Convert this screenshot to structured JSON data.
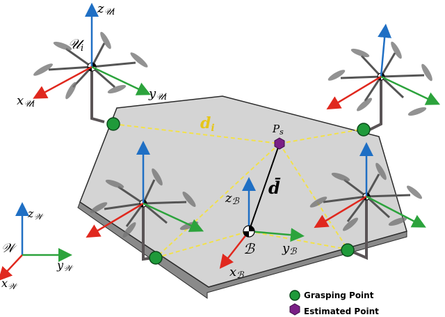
{
  "labels": {
    "z_ui": "z",
    "z_ui_sub": "𝒰i",
    "u_i": "𝒰",
    "u_i_sub": "i",
    "x_ui": "x",
    "x_ui_sub": "𝒰i",
    "y_ui": "y",
    "y_ui_sub": "𝒰i",
    "d_i": "d",
    "d_i_sub": "i",
    "p_s": "P",
    "p_s_sub": "s",
    "d_bar": "d̄",
    "z_b": "z",
    "z_b_sub": "ℬ",
    "b": "ℬ",
    "y_b": "y",
    "y_b_sub": "ℬ",
    "x_b": "x",
    "x_b_sub": "ℬ",
    "z_w": "z",
    "z_w_sub": "𝒲",
    "w": "𝒲",
    "y_w": "y",
    "y_w_sub": "𝒲",
    "x_w": "x",
    "x_w_sub": "𝒲"
  },
  "legend": {
    "grasping": "Grasping Point",
    "estimated": "Estimated Point"
  },
  "colors": {
    "plate": "#d4d4d4",
    "plate_edge": "#2a2a2a",
    "z_axis": "#1f6fc4",
    "x_axis": "#e0281e",
    "y_axis": "#2ca33c",
    "grasp": "#1f9a3a",
    "estimated": "#7a1f86",
    "dash": "#f2e14a"
  }
}
